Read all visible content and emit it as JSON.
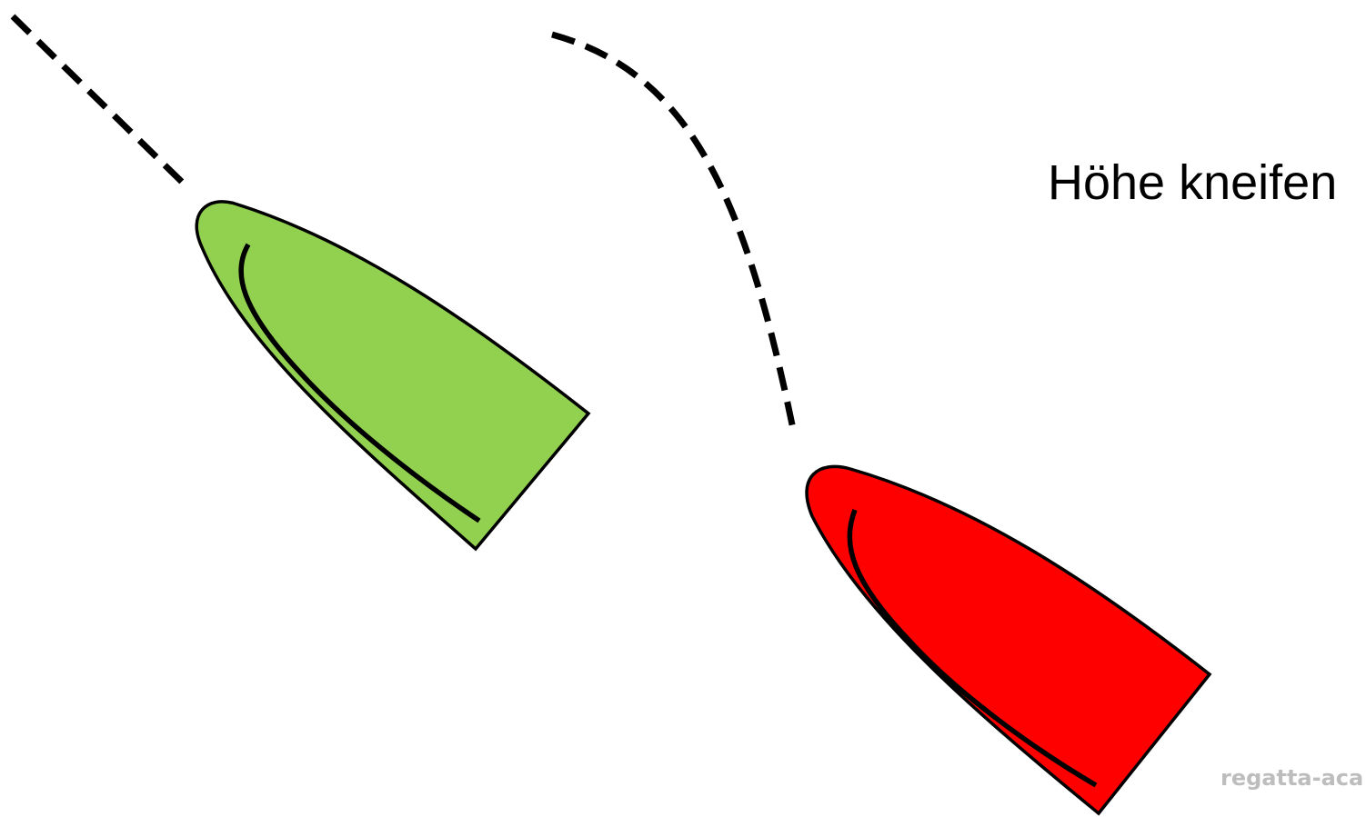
{
  "caption": "Höhe kneifen",
  "watermark": "regatta-aca",
  "boats": [
    {
      "name": "green-boat",
      "color": "#92d050"
    },
    {
      "name": "red-boat",
      "color": "#ff0000"
    }
  ],
  "paths": {
    "style": "dashed",
    "color": "#000000"
  }
}
